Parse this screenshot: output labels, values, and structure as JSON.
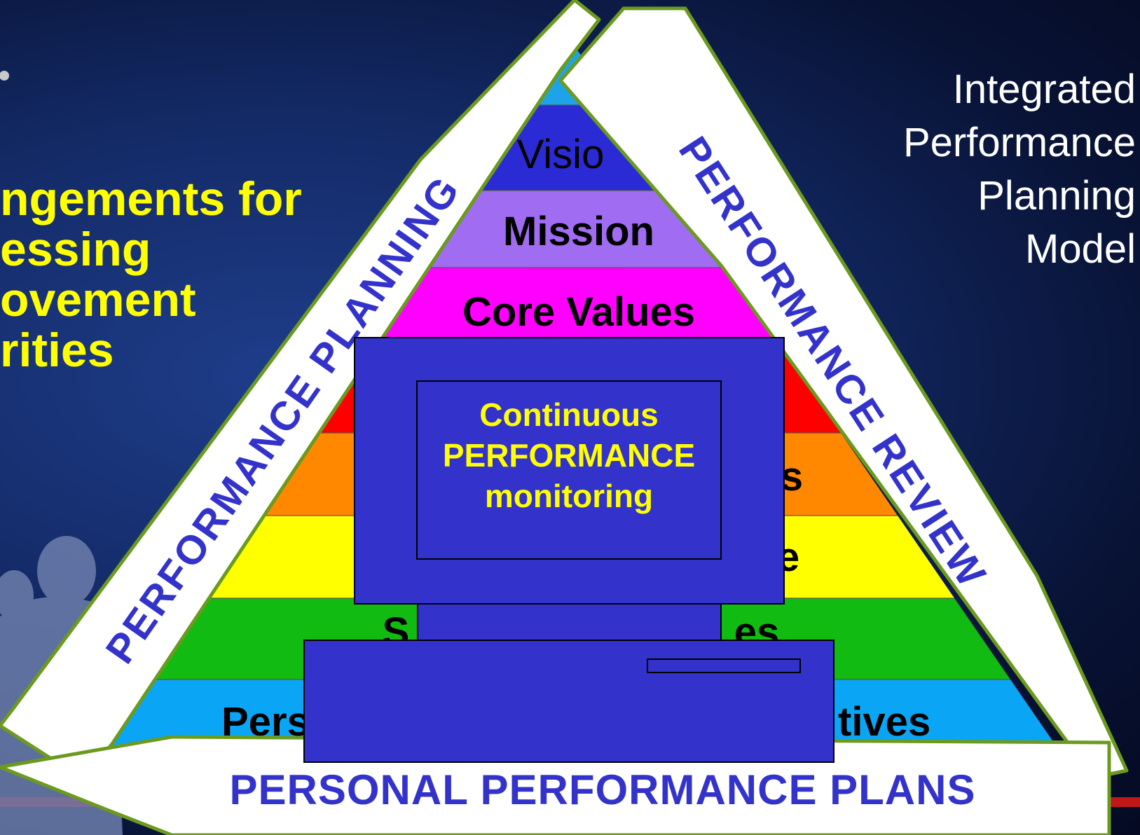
{
  "side_title": {
    "lines": [
      "ngements for",
      "essing",
      "ovement",
      "rities"
    ]
  },
  "model_title": {
    "lines": [
      "Integrated",
      "Performance",
      "Planning",
      "Model"
    ]
  },
  "pyramid": {
    "visible_labels": {
      "vision": "Visio",
      "mission": "Mission",
      "core_values": "Core Values",
      "right_fragment_orange": "s",
      "right_fragment_yellow": "e",
      "left_fragment_green": "S",
      "right_fragment_green": "es",
      "personal_objectives_left": "Pers",
      "personal_objectives_right": "tives"
    },
    "band_colors": {
      "top": "#1fa3e8",
      "vision": "#2b2bd6",
      "mission": "#9f6cf2",
      "core_values": "#ff00ff",
      "red": "#ff0000",
      "orange": "#ff8800",
      "yellow": "#ffff00",
      "green": "#11bb11",
      "personal": "#0aa6f5"
    }
  },
  "ribbons": {
    "left": "PERFORMANCE PLANNING",
    "right": "PERFORMANCE REVIEW",
    "bottom": "PERSONAL PERFORMANCE PLANS"
  },
  "computer": {
    "screen_lines": [
      "Continuous",
      "PERFORMANCE",
      "monitoring"
    ]
  },
  "colors": {
    "ribbon_text": "#3333cc",
    "ribbon_fill": "#ffffff",
    "ribbon_border": "#6b9a1e",
    "computer_fill": "#3333cc",
    "screen_text": "#ffff00",
    "heading_yellow": "#ffff00",
    "model_title_white": "#ffffff"
  }
}
